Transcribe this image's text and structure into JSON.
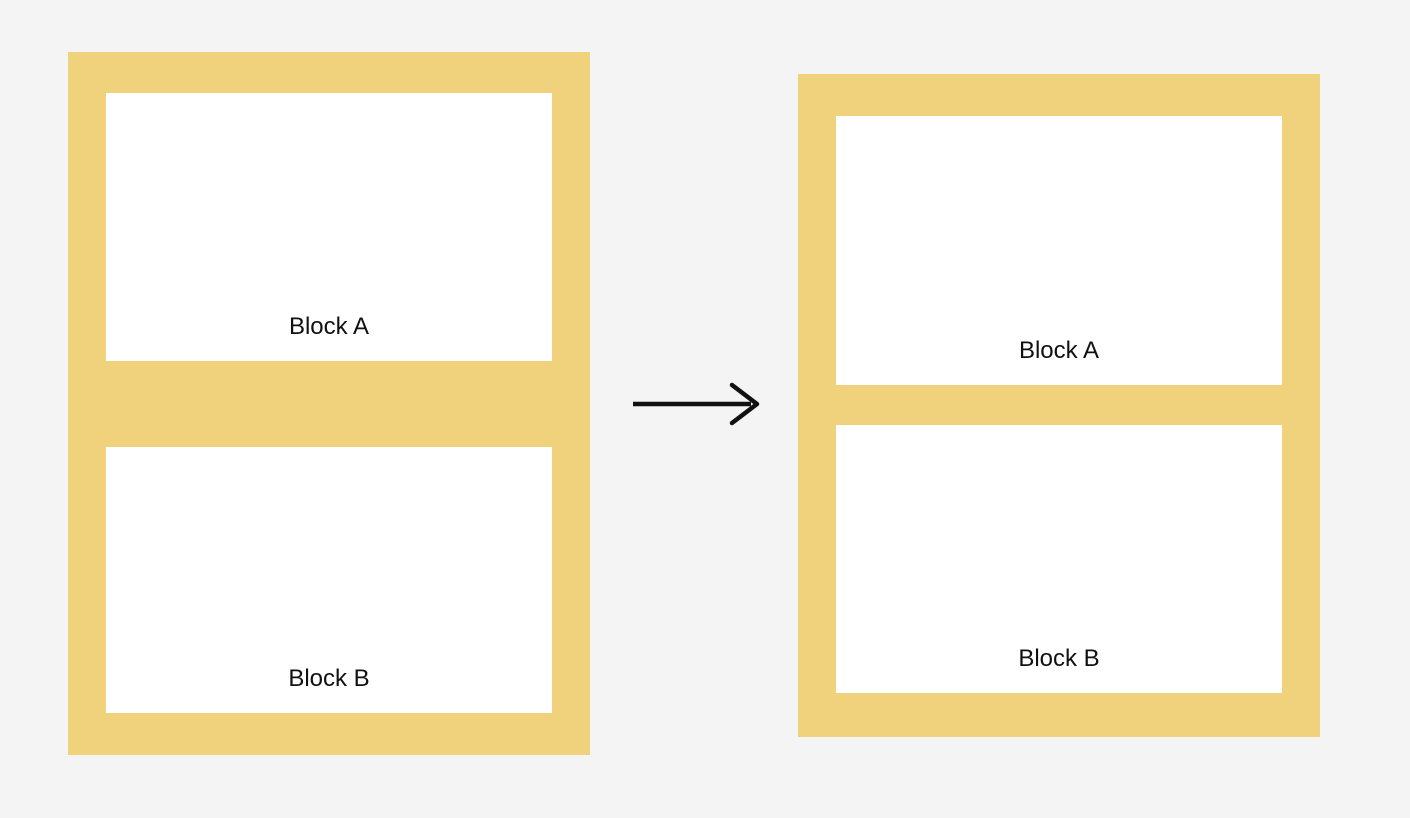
{
  "theme": {
    "background": "#F4F4F5",
    "container_color": "#F0D17C",
    "block_color": "#FFFFFF",
    "text_color": "#111111",
    "arrow_color": "#111111"
  },
  "diagram": {
    "before": {
      "blocks": [
        {
          "label": "Block A"
        },
        {
          "label": "Block B"
        }
      ]
    },
    "after": {
      "blocks": [
        {
          "label": "Block A"
        },
        {
          "label": "Block B"
        }
      ]
    },
    "arrow": {
      "icon": "arrow-right-icon",
      "direction": "right"
    }
  }
}
